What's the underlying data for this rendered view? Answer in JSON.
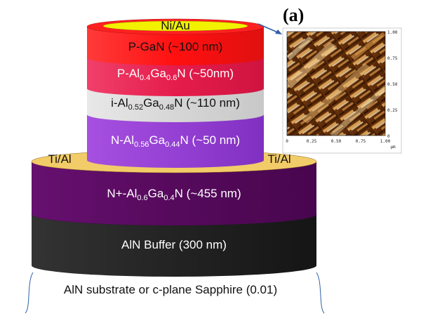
{
  "panel_label": "(a)",
  "layers": {
    "nickel_gold": "Ni/Au",
    "p_gan": "P-GaN (~100 nm)",
    "p_algan": {
      "pre": "P-Al",
      "sub1": "0.4",
      "mid": "Ga",
      "sub2": "0.6",
      "post": "N (~50nm)"
    },
    "i_algan": {
      "pre": "i-Al",
      "sub1": "0.52",
      "mid": "Ga",
      "sub2": "0.48",
      "post": "N (~110 nm)"
    },
    "n_algan": {
      "pre": "N-Al",
      "sub1": "0.56",
      "mid": "Ga",
      "sub2": "0.44",
      "post": "N (~50 nm)"
    },
    "contact_left": "Ti/Al",
    "contact_right": "Ti/Al",
    "nplus_algan": {
      "pre": "N+-Al",
      "sub1": "0.6",
      "mid": "Ga",
      "sub2": "0.4",
      "post": "N (~455 nm)"
    },
    "aln_buffer": "AlN Buffer (300 nm)",
    "substrate": "AlN substrate or c-plane Sapphire (0.01)"
  },
  "afm": {
    "y_ticks": [
      "1.00",
      "0.75",
      "0.50",
      "0.25",
      "0"
    ],
    "x_ticks": [
      "0",
      "0.25",
      "0.50",
      "0.75",
      "1.00"
    ],
    "unit": "μm"
  },
  "colors": {
    "ni_au": "#f2f200",
    "p_gan": "#ff1e1e",
    "p_algan": "#e8204e",
    "i_algan": "#d9d9d9",
    "n_algan": "#9b45d8",
    "ti_al": "#f4cf6a",
    "nplus_algan": "#5a0a5e",
    "aln_buffer": "#262626",
    "arrow": "#2e5fa8"
  }
}
